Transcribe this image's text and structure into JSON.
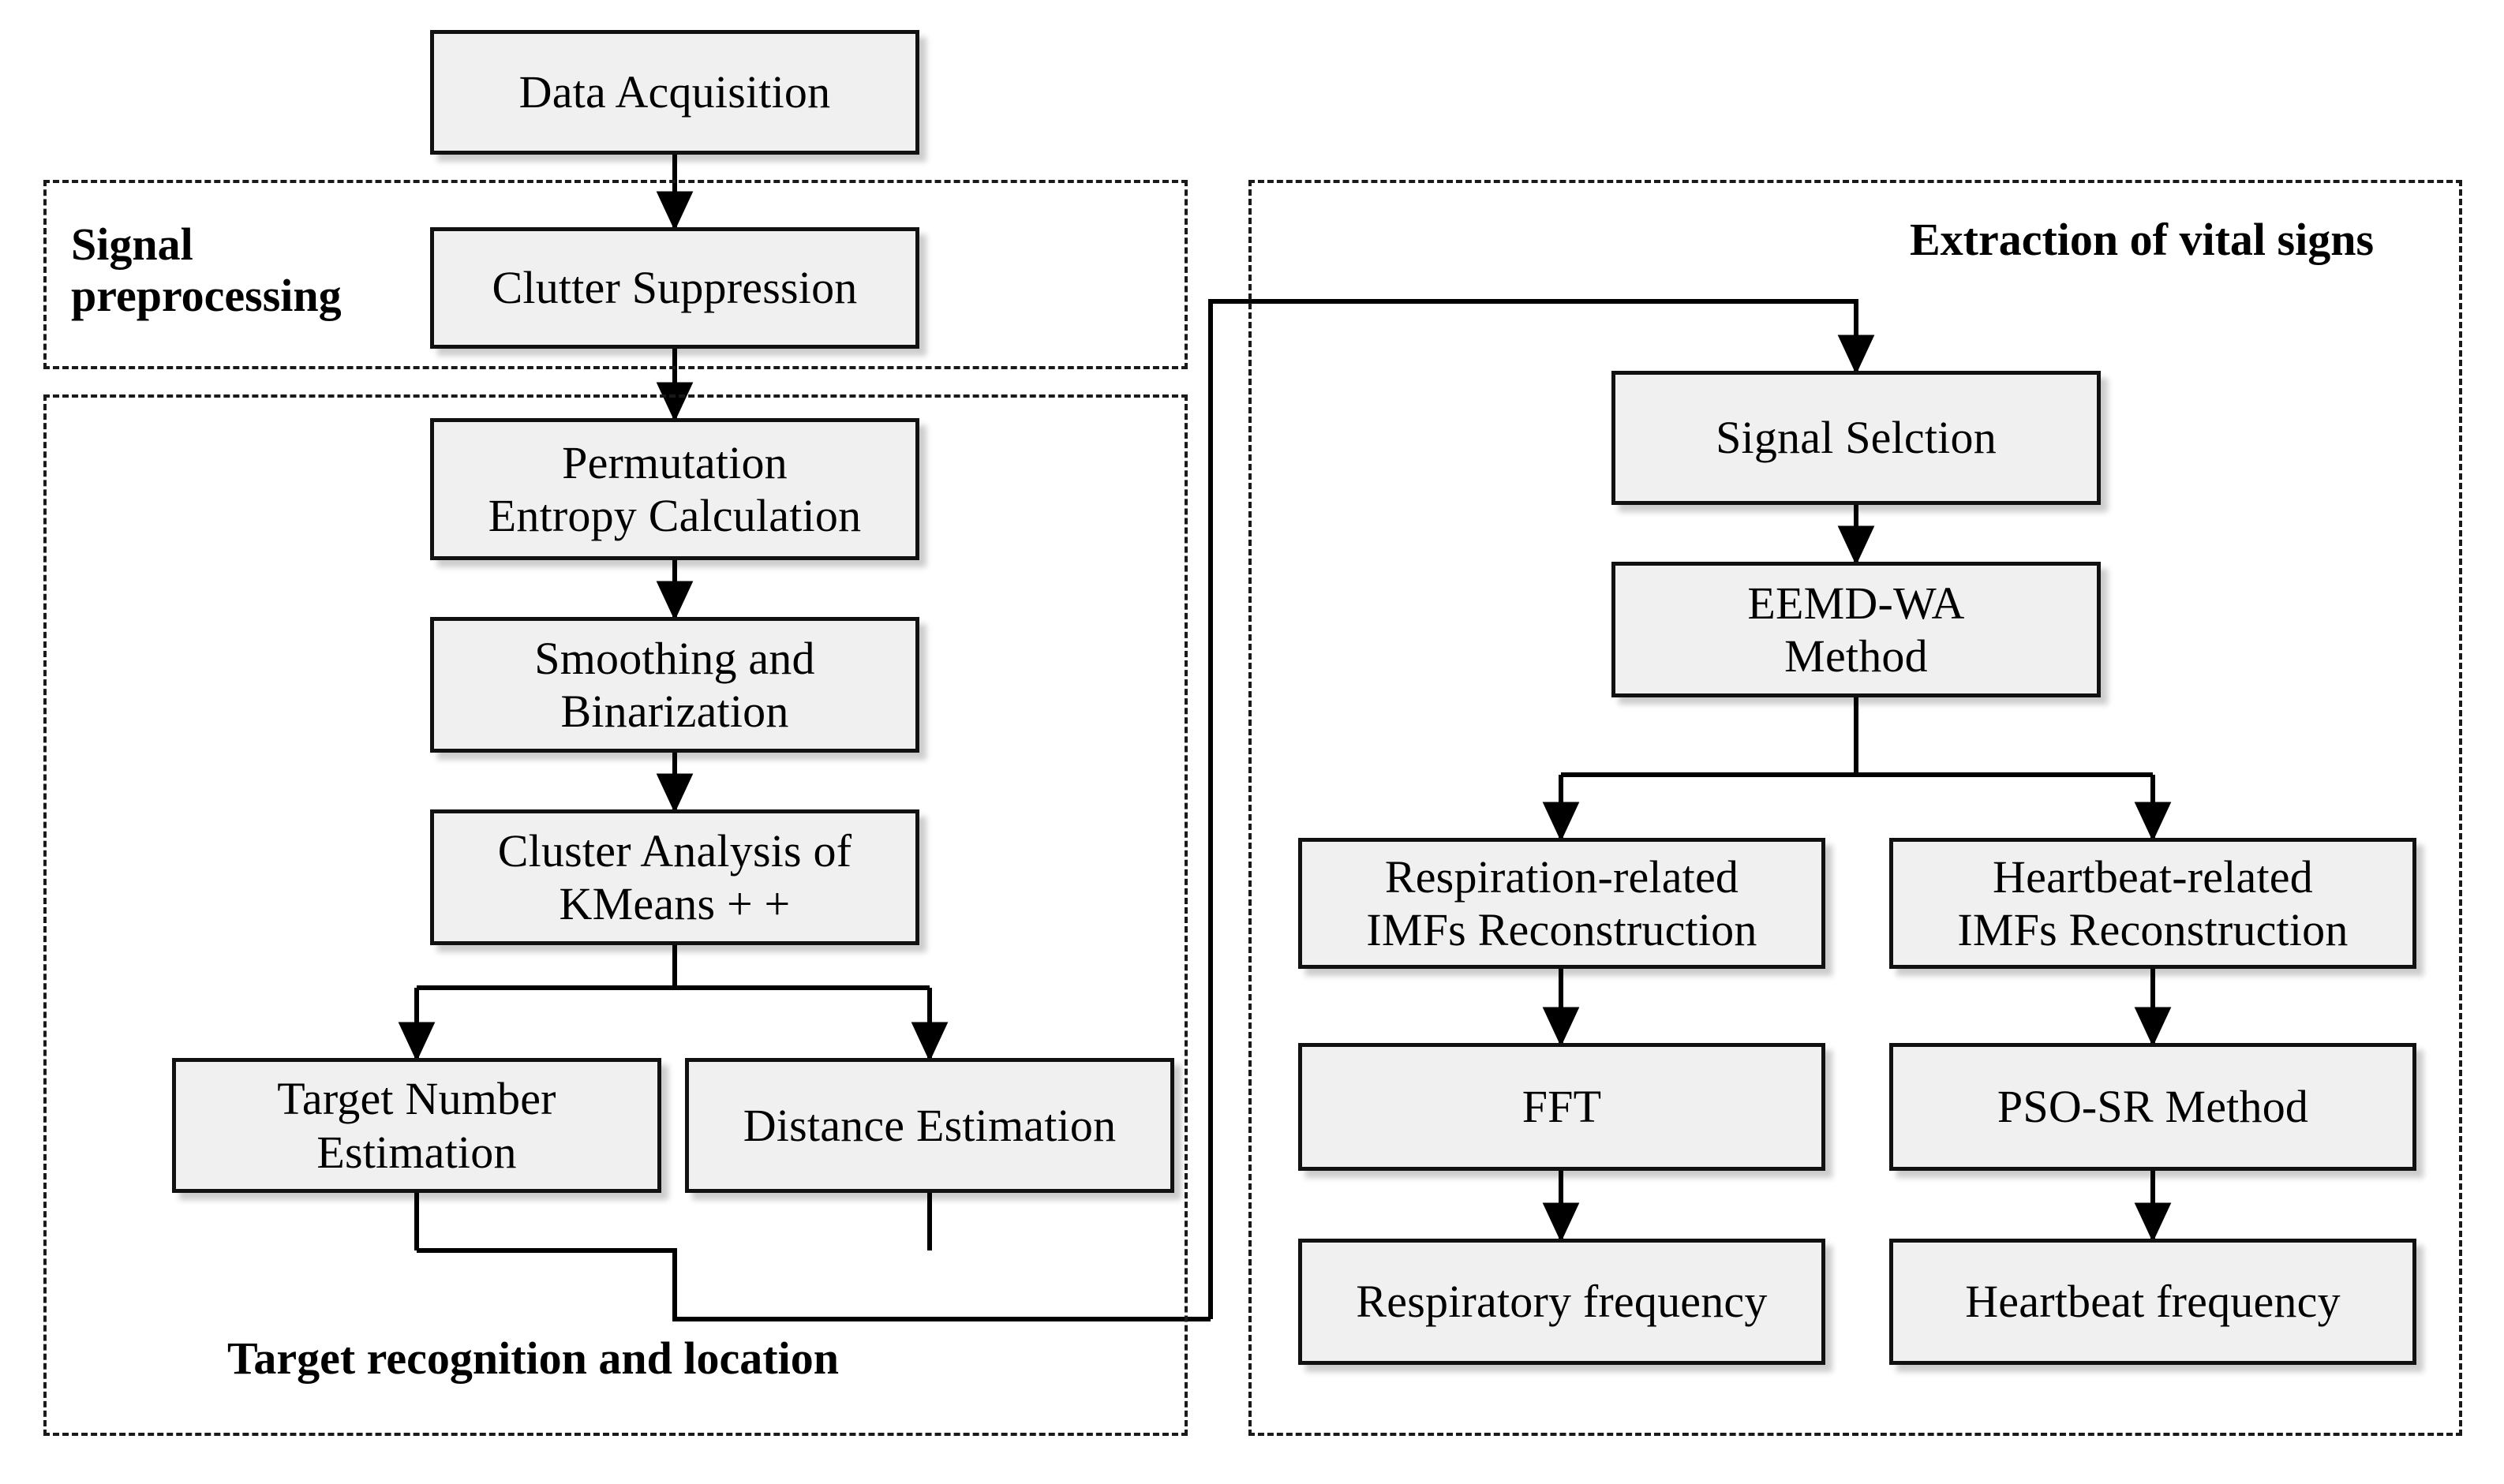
{
  "figure": {
    "type": "flowchart",
    "title": "Vital signs detection processing flowchart",
    "background_color": "#ffffff",
    "node_fill_color": "#f0f0f0",
    "node_border_color": "#111111",
    "dashed_group_border_color": "#1a1a1a",
    "connector_color": "#000000"
  },
  "groups": [
    {
      "id": "signal-preprocessing",
      "label": "Signal\npreprocessing"
    },
    {
      "id": "target-recognition",
      "label": "Target recognition and location"
    },
    {
      "id": "extraction-vital-signs",
      "label": "Extraction of vital signs"
    }
  ],
  "nodes": [
    {
      "id": "data-acquisition",
      "lines": [
        "Data Acquisition"
      ]
    },
    {
      "id": "clutter-suppression",
      "lines": [
        "Clutter Suppression"
      ]
    },
    {
      "id": "permutation-entropy",
      "lines": [
        "Permutation",
        "Entropy Calculation"
      ]
    },
    {
      "id": "smoothing-binarization",
      "lines": [
        "Smoothing and",
        "Binarization"
      ]
    },
    {
      "id": "cluster-analysis-kmeans",
      "lines": [
        "Cluster Analysis of",
        "KMeans + +"
      ]
    },
    {
      "id": "target-number-estimation",
      "lines": [
        "Target Number",
        "Estimation"
      ]
    },
    {
      "id": "distance-estimation",
      "lines": [
        "Distance Estimation"
      ]
    },
    {
      "id": "signal-selction",
      "lines": [
        "Signal Selction"
      ]
    },
    {
      "id": "eemd-wa-method",
      "lines": [
        "EEMD-WA",
        "Method"
      ]
    },
    {
      "id": "respiration-imfs",
      "lines": [
        "Respiration-related",
        "IMFs Reconstruction"
      ]
    },
    {
      "id": "heartbeat-imfs",
      "lines": [
        "Heartbeat-related",
        "IMFs Reconstruction"
      ]
    },
    {
      "id": "fft",
      "lines": [
        "FFT"
      ]
    },
    {
      "id": "pso-sr-method",
      "lines": [
        "PSO-SR Method"
      ]
    },
    {
      "id": "respiratory-frequency",
      "lines": [
        "Respiratory frequency"
      ]
    },
    {
      "id": "heartbeat-frequency",
      "lines": [
        "Heartbeat frequency"
      ]
    }
  ],
  "edges": [
    {
      "from": "data-acquisition",
      "to": "clutter-suppression",
      "arrow": true
    },
    {
      "from": "clutter-suppression",
      "to": "permutation-entropy",
      "arrow": true
    },
    {
      "from": "permutation-entropy",
      "to": "smoothing-binarization",
      "arrow": true
    },
    {
      "from": "smoothing-binarization",
      "to": "cluster-analysis-kmeans",
      "arrow": true
    },
    {
      "from": "cluster-analysis-kmeans",
      "to": "target-number-estimation",
      "arrow": true
    },
    {
      "from": "cluster-analysis-kmeans",
      "to": "distance-estimation",
      "arrow": true
    },
    {
      "from": "target-number-estimation",
      "to": "signal-selction",
      "arrow": true
    },
    {
      "from": "distance-estimation",
      "to": "signal-selction",
      "arrow": true
    },
    {
      "from": "signal-selction",
      "to": "eemd-wa-method",
      "arrow": true
    },
    {
      "from": "eemd-wa-method",
      "to": "respiration-imfs",
      "arrow": true
    },
    {
      "from": "eemd-wa-method",
      "to": "heartbeat-imfs",
      "arrow": true
    },
    {
      "from": "respiration-imfs",
      "to": "fft",
      "arrow": true
    },
    {
      "from": "heartbeat-imfs",
      "to": "pso-sr-method",
      "arrow": true
    },
    {
      "from": "fft",
      "to": "respiratory-frequency",
      "arrow": true
    },
    {
      "from": "pso-sr-method",
      "to": "heartbeat-frequency",
      "arrow": true
    }
  ]
}
